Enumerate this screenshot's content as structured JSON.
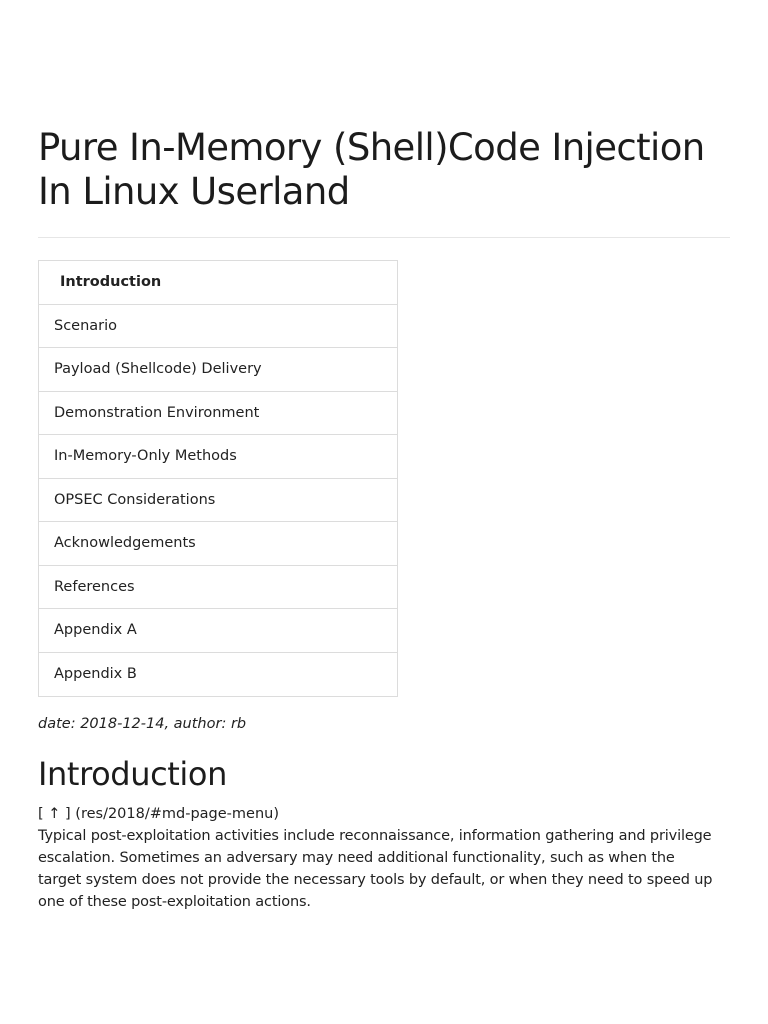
{
  "article": {
    "title": "Pure In-Memory (Shell)Code Injection In Linux Userland",
    "meta": "date: 2018-12-14, author: rb"
  },
  "toc": {
    "items": [
      {
        "label": "Introduction",
        "active": true
      },
      {
        "label": "Scenario"
      },
      {
        "label": "Payload (Shellcode) Delivery"
      },
      {
        "label": "Demonstration Environment"
      },
      {
        "label": "In-Memory-Only Methods"
      },
      {
        "label": "OPSEC Considerations"
      },
      {
        "label": "Acknowledgements"
      },
      {
        "label": "References"
      },
      {
        "label": "Appendix A"
      },
      {
        "label": "Appendix B"
      }
    ]
  },
  "introduction": {
    "heading": "Introduction",
    "back_link": "[ ↑ ] (res/2018/#md-page-menu)",
    "paragraph": "Typical post-exploitation activities include reconnaissance, information gathering and privilege escalation. Sometimes an adversary may need additional functionality, such as when the target system does not provide the necessary tools by default, or when they need to speed up one of these post-exploitation actions."
  }
}
